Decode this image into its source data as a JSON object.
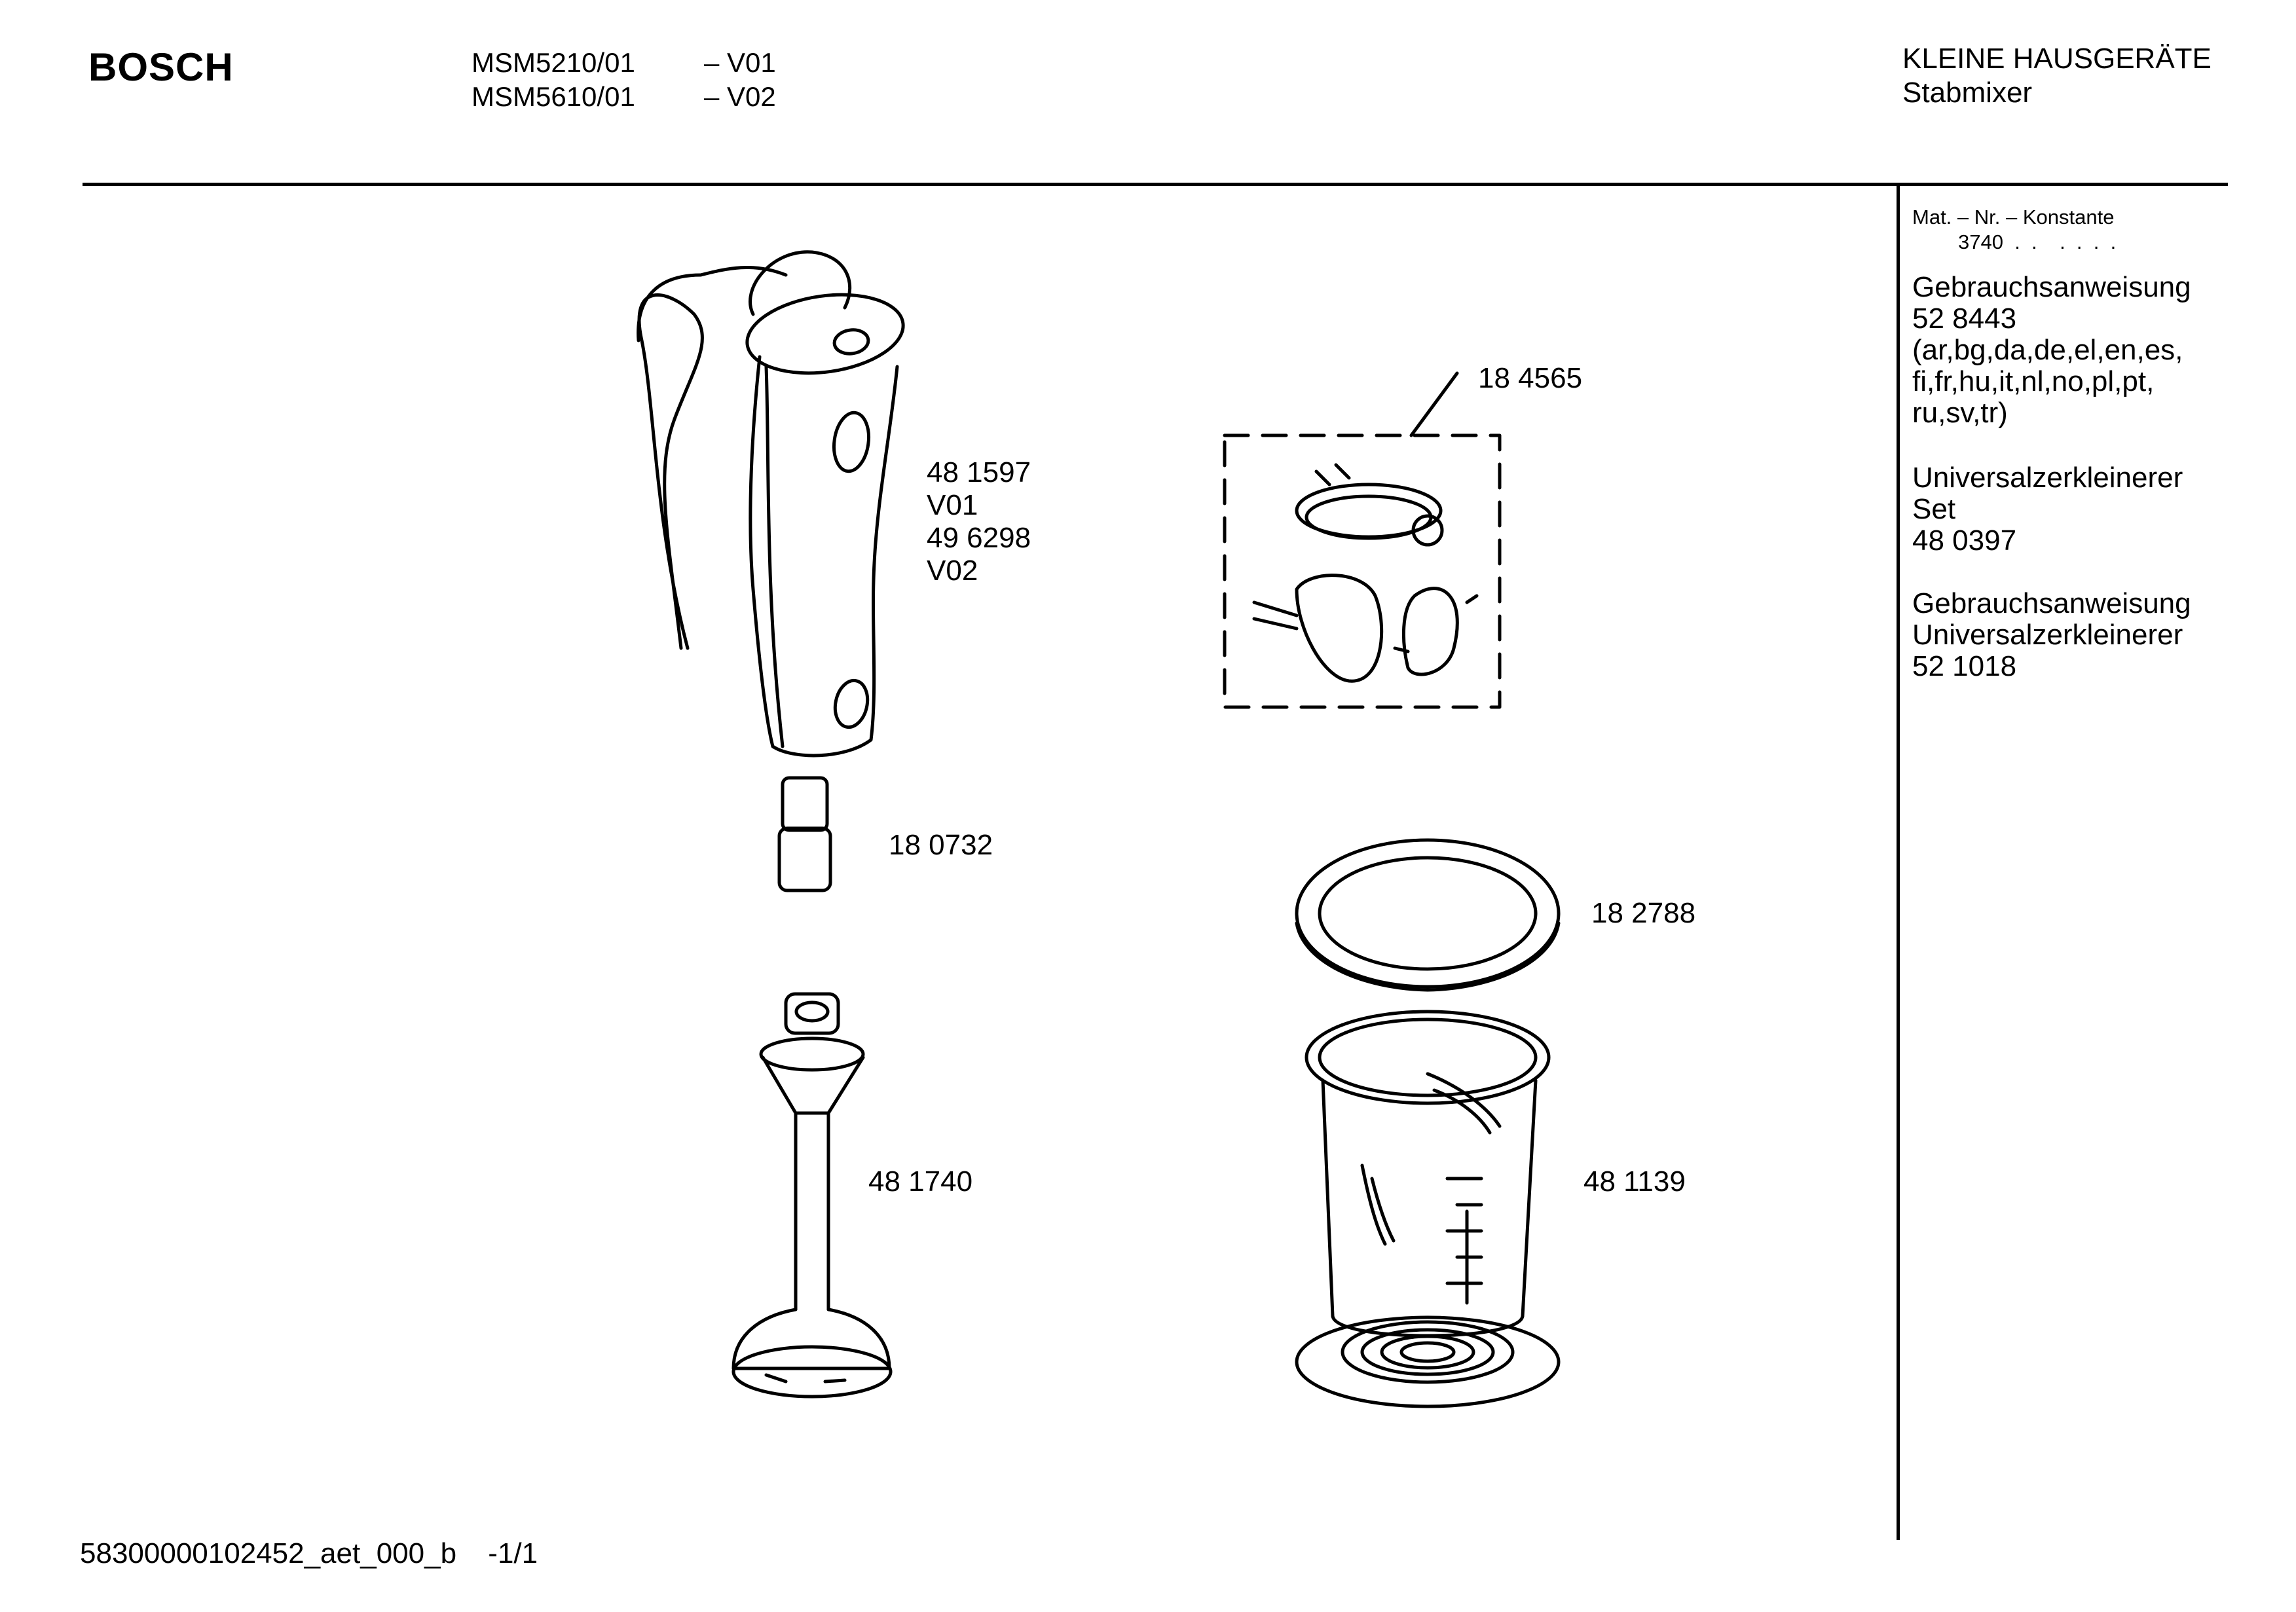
{
  "header": {
    "brand": "BOSCH",
    "models": [
      {
        "model": "MSM5210/01",
        "variant": "– V01"
      },
      {
        "model": "MSM5610/01",
        "variant": "– V02"
      }
    ],
    "category": "KLEINE HAUSGERÄTE",
    "subcategory": "Stabmixer"
  },
  "sidebar": {
    "mat_label": "Mat. – Nr. – Konstante",
    "mat_value": "3740  .  .    .  .  .  .",
    "blocks": [
      {
        "lines": [
          "Gebrauchsanweisung",
          "52 8443",
          "(ar,bg,da,de,el,en,es,",
          "fi,fr,hu,it,nl,no,pl,pt,",
          "ru,sv,tr)"
        ]
      },
      {
        "lines": [
          "Universalzerkleinerer",
          "Set",
          "48 0397"
        ]
      },
      {
        "lines": [
          "Gebrauchsanweisung",
          "Universalzerkleinerer",
          "52 1018"
        ]
      }
    ]
  },
  "parts": [
    {
      "id": "handle",
      "lines": [
        "48 1597",
        "V01",
        "49 6298",
        "V02"
      ]
    },
    {
      "id": "coupling",
      "lines": [
        "18 0732"
      ]
    },
    {
      "id": "blender-foot",
      "lines": [
        "48 1740"
      ]
    },
    {
      "id": "parts-set",
      "lines": [
        "18 4565"
      ]
    },
    {
      "id": "lid",
      "lines": [
        "18 2788"
      ]
    },
    {
      "id": "beaker",
      "lines": [
        "48 1139"
      ]
    }
  ],
  "footer": {
    "code": "58300000102452_aet_000_b",
    "page": "-1/1"
  }
}
